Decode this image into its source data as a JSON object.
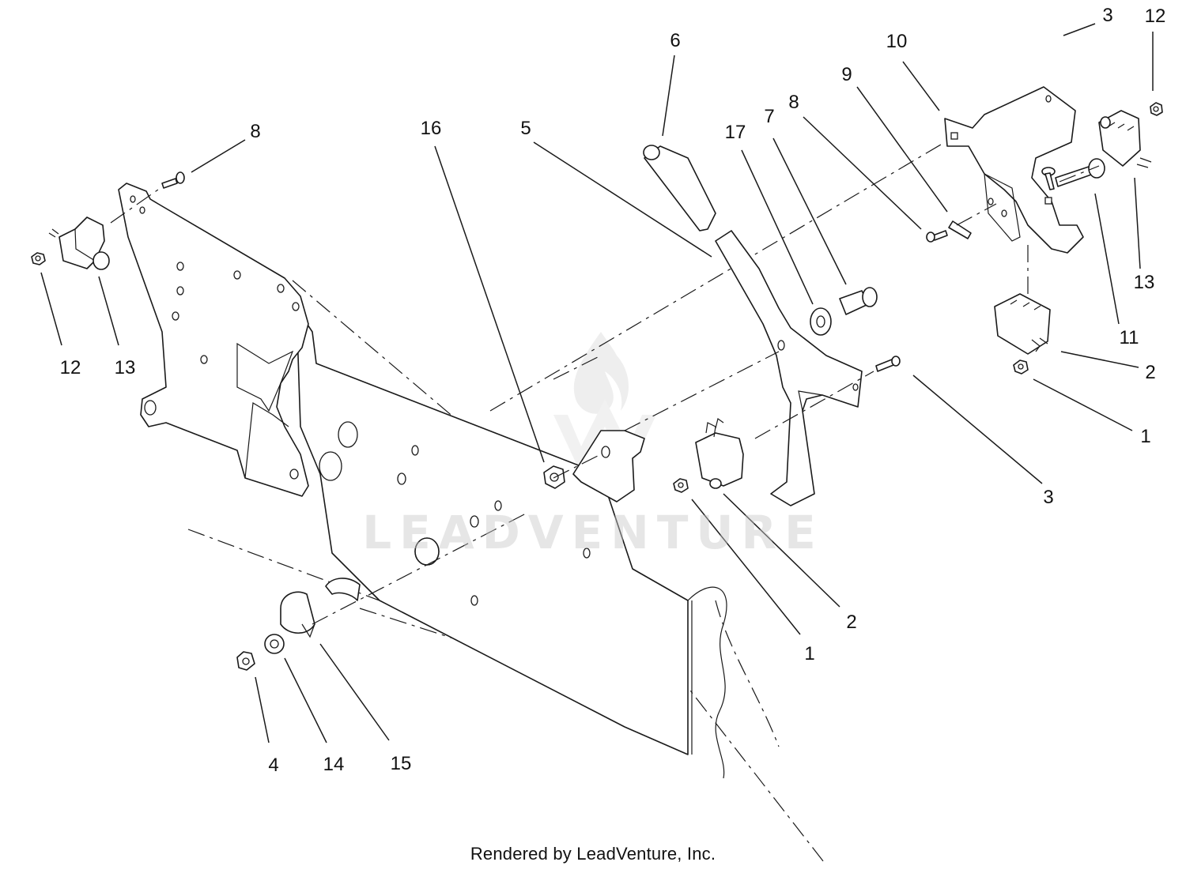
{
  "watermark": "LEADVENTURE",
  "footer": "Rendered by LeadVenture, Inc.",
  "callouts": [
    {
      "id": "c3a",
      "label": "3"
    },
    {
      "id": "c12a",
      "label": "12"
    },
    {
      "id": "c10",
      "label": "10"
    },
    {
      "id": "c6",
      "label": "6"
    },
    {
      "id": "c9",
      "label": "9"
    },
    {
      "id": "c8a",
      "label": "8"
    },
    {
      "id": "c7",
      "label": "7"
    },
    {
      "id": "c17",
      "label": "17"
    },
    {
      "id": "c5",
      "label": "5"
    },
    {
      "id": "c16",
      "label": "16"
    },
    {
      "id": "c8b",
      "label": "8"
    },
    {
      "id": "c12b",
      "label": "12"
    },
    {
      "id": "c13a",
      "label": "13"
    },
    {
      "id": "c13b",
      "label": "13"
    },
    {
      "id": "c11",
      "label": "11"
    },
    {
      "id": "c2a",
      "label": "2"
    },
    {
      "id": "c1a",
      "label": "1"
    },
    {
      "id": "c3b",
      "label": "3"
    },
    {
      "id": "c2b",
      "label": "2"
    },
    {
      "id": "c1b",
      "label": "1"
    },
    {
      "id": "c4",
      "label": "4"
    },
    {
      "id": "c14",
      "label": "14"
    },
    {
      "id": "c15",
      "label": "15"
    }
  ]
}
